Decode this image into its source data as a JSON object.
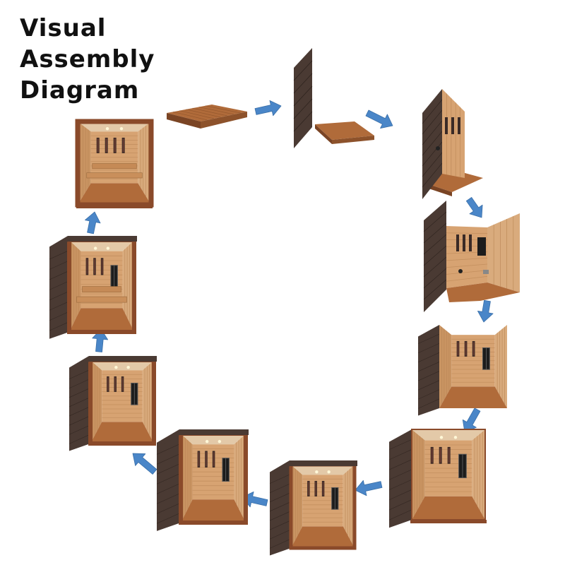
{
  "title": {
    "lines": [
      "Visual",
      "Assembly",
      "Diagram"
    ]
  },
  "colors": {
    "background": "#ffffff",
    "title": "#111111",
    "arrow": "#4a86c8",
    "wood_light": "#d7a372",
    "wood_plank_line": "#b88453",
    "floor": "#b06b3a",
    "floor_dark": "#7a4424",
    "exterior_dark": "#4a3a33",
    "exterior_line": "#2e231e",
    "trim": "#8a4a2a",
    "heater": "#3a2a26",
    "window": "#1c1c1c",
    "bench": "#c58a56"
  },
  "steps": [
    {
      "id": "step-1-floor",
      "stage": "floor"
    },
    {
      "id": "step-2-back-wall",
      "stage": "back-wall"
    },
    {
      "id": "step-3-left-wall",
      "stage": "left-wall"
    },
    {
      "id": "step-4-right-wall",
      "stage": "right-wall"
    },
    {
      "id": "step-5-front-frame",
      "stage": "front-frame"
    },
    {
      "id": "step-6-roof-frame",
      "stage": "roof-frame"
    },
    {
      "id": "step-7-roof-panel",
      "stage": "roof-panel"
    },
    {
      "id": "step-8-front-trim",
      "stage": "front-trim"
    },
    {
      "id": "step-9-lighting",
      "stage": "lighting"
    },
    {
      "id": "step-10-benches",
      "stage": "benches"
    },
    {
      "id": "step-11-complete",
      "stage": "complete"
    }
  ]
}
